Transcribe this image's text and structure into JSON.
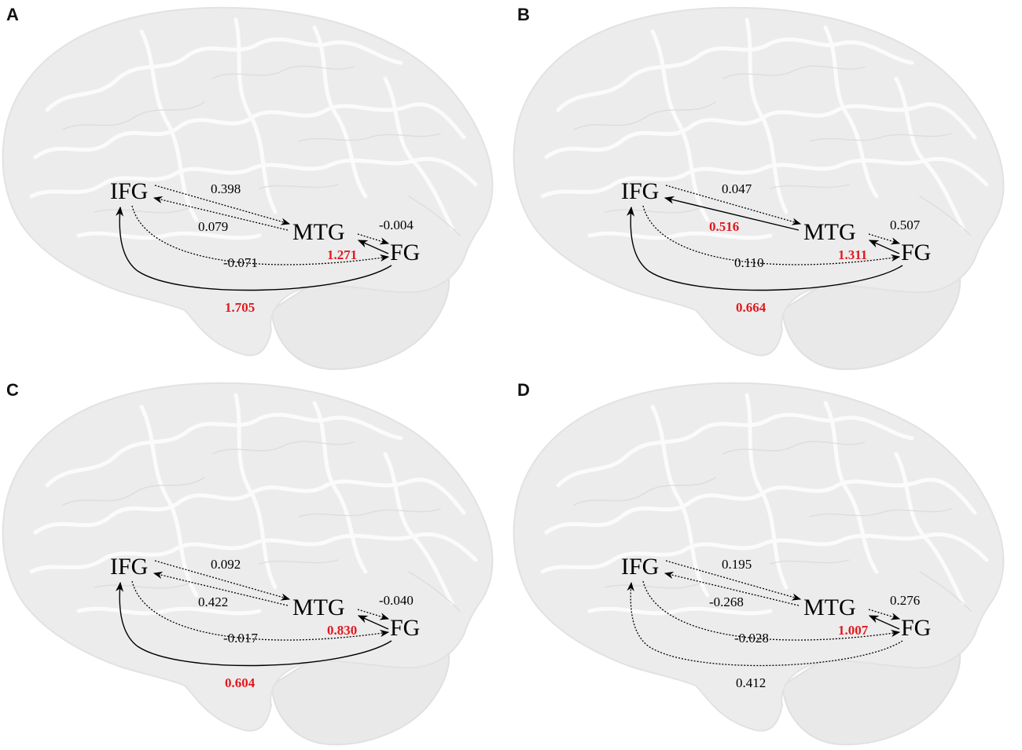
{
  "regions": {
    "ifg": "IFG",
    "mtg": "MTG",
    "fg": "FG"
  },
  "colors": {
    "significant": "#e0191f",
    "normal": "#000000",
    "brain": "#ececec"
  },
  "panels": [
    {
      "letter": "A",
      "ifg_to_mtg": {
        "value": "0.398",
        "significant": false
      },
      "mtg_to_ifg": {
        "value": "0.079",
        "significant": false
      },
      "mtg_to_fg": {
        "value": "-0.004",
        "significant": false
      },
      "fg_to_mtg": {
        "value": "1.271",
        "significant": true
      },
      "ifg_to_fg": {
        "value": "-0.071",
        "significant": false
      },
      "fg_to_ifg": {
        "value": "1.705",
        "significant": true
      }
    },
    {
      "letter": "B",
      "ifg_to_mtg": {
        "value": "0.047",
        "significant": false
      },
      "mtg_to_ifg": {
        "value": "0.516",
        "significant": true
      },
      "mtg_to_fg": {
        "value": "0.507",
        "significant": false
      },
      "fg_to_mtg": {
        "value": "1.311",
        "significant": true
      },
      "ifg_to_fg": {
        "value": "0.110",
        "significant": false
      },
      "fg_to_ifg": {
        "value": "0.664",
        "significant": true
      }
    },
    {
      "letter": "C",
      "ifg_to_mtg": {
        "value": "0.092",
        "significant": false
      },
      "mtg_to_ifg": {
        "value": "0.422",
        "significant": false
      },
      "mtg_to_fg": {
        "value": "-0.040",
        "significant": false
      },
      "fg_to_mtg": {
        "value": "0.830",
        "significant": true
      },
      "ifg_to_fg": {
        "value": "-0.017",
        "significant": false
      },
      "fg_to_ifg": {
        "value": "0.604",
        "significant": true
      }
    },
    {
      "letter": "D",
      "ifg_to_mtg": {
        "value": "0.195",
        "significant": false
      },
      "mtg_to_ifg": {
        "value": "-0.268",
        "significant": false
      },
      "mtg_to_fg": {
        "value": "0.276",
        "significant": false
      },
      "fg_to_mtg": {
        "value": "1.007",
        "significant": true
      },
      "ifg_to_fg": {
        "value": "-0.028",
        "significant": false
      },
      "fg_to_ifg": {
        "value": "0.412",
        "significant": false
      }
    }
  ]
}
